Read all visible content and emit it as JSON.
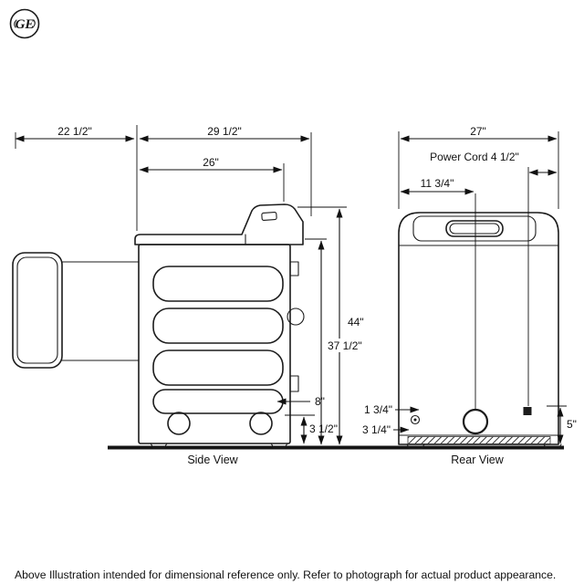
{
  "logo": {
    "monogram": "GE"
  },
  "side_view": {
    "caption": "Side View",
    "dims": {
      "door_open_depth": "22 1/2\"",
      "overall_depth": "29 1/2\"",
      "cabinet_depth": "26\"",
      "overall_height": "44\"",
      "cabinet_height": "37 1/2\"",
      "rear_bottom_offset": "8\"",
      "base_height": "3 1/2\""
    }
  },
  "rear_view": {
    "caption": "Rear View",
    "dims": {
      "width": "27\"",
      "power_cord": "Power Cord 4 1/2\"",
      "exhaust_center_offset": "11 3/4\"",
      "cord_side_offset": "1 3/4\"",
      "cord_floor_offset": "3 1/4\"",
      "base_height": "5\""
    }
  },
  "footnote": "Above Illustration intended for dimensional reference only. Refer to photograph for actual product appearance."
}
